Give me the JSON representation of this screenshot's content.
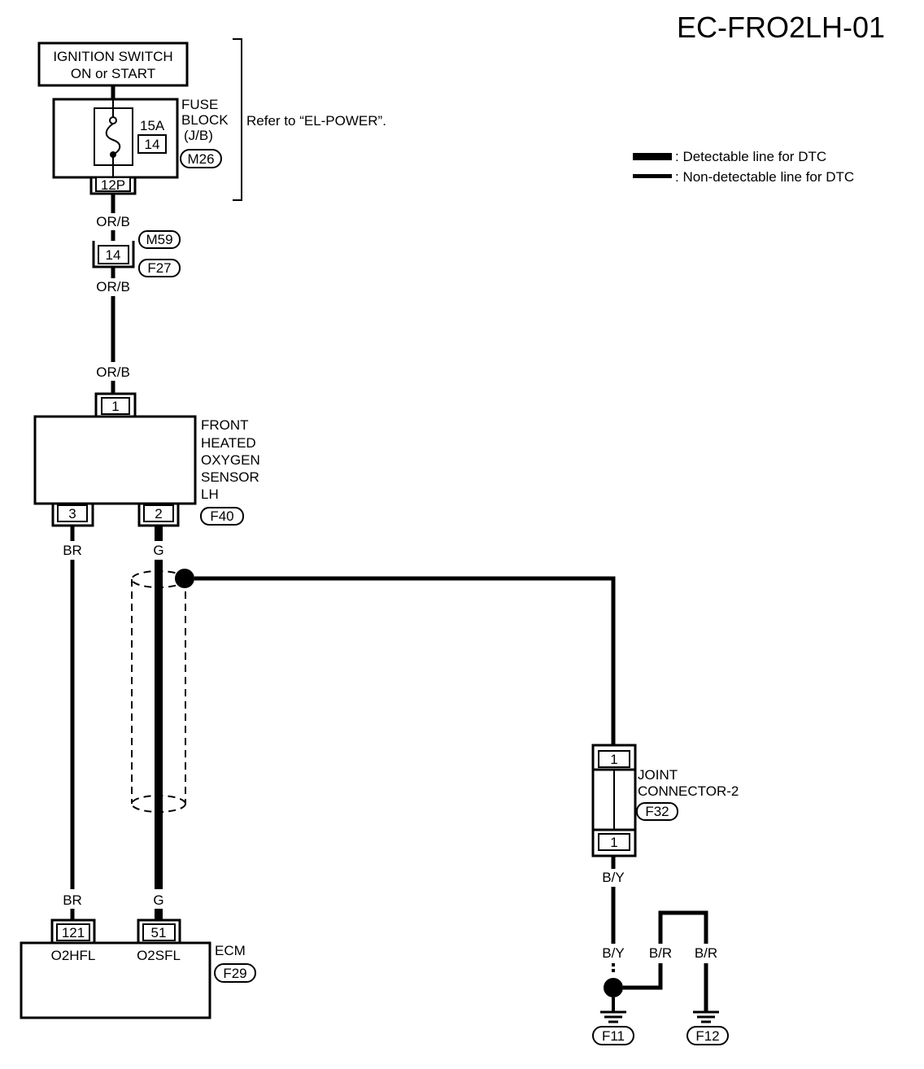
{
  "diagram_id": "EC-FRO2LH-01",
  "legend": {
    "detectable": ": Detectable line for DTC",
    "non_detectable": ": Non-detectable line for DTC"
  },
  "ignition": {
    "line1": "IGNITION SWITCH",
    "line2": "ON or START"
  },
  "fuse_block": {
    "label1": "FUSE",
    "label2": "BLOCK",
    "label3": "(J/B)",
    "rating": "15A",
    "terminal": "14",
    "connector": "M26",
    "pin": "12P",
    "refer": "Refer to “EL-POWER”."
  },
  "connector_m59": {
    "id": "M59",
    "pin": "14",
    "mate": "F27"
  },
  "wires": {
    "orb_1": "OR/B",
    "orb_2": "OR/B",
    "orb_3": "OR/B",
    "br_top": "BR",
    "g_top": "G",
    "br_bottom": "BR",
    "g_bottom": "G",
    "by_top": "B/Y",
    "by_bottom": "B/Y",
    "br_ground1": "B/R",
    "br_ground2": "B/R"
  },
  "sensor": {
    "line1": "FRONT",
    "line2": "HEATED",
    "line3": "OXYGEN",
    "line4": "SENSOR",
    "line5": "LH",
    "pin_top": "1",
    "pin_left": "3",
    "pin_right": "2",
    "connector": "F40"
  },
  "joint": {
    "line1": "JOINT",
    "line2": "CONNECTOR-2",
    "connector": "F32",
    "pin_top": "1",
    "pin_bottom": "1"
  },
  "ecm": {
    "label": "ECM",
    "connector": "F29",
    "pin1": "121",
    "pin2": "51",
    "term1": "O2HFL",
    "term2": "O2SFL"
  },
  "grounds": {
    "g1": "F11",
    "g2": "F12"
  }
}
